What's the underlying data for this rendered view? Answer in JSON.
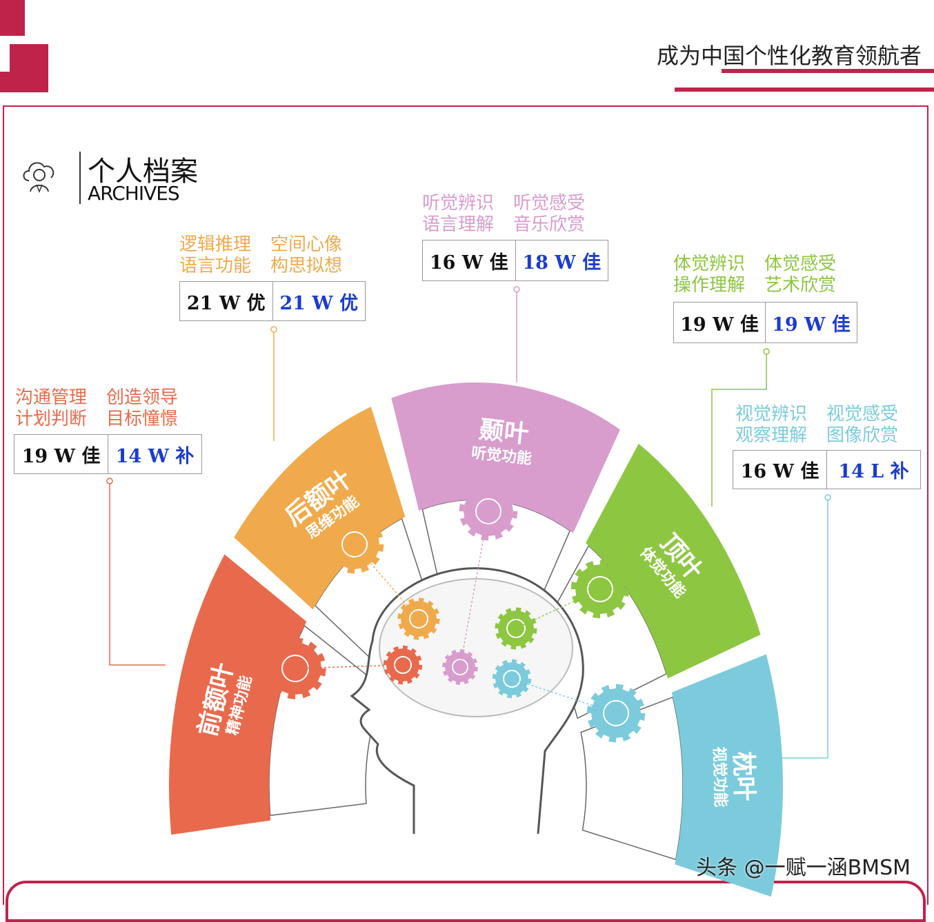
{
  "header": {
    "slogan": "成为中国个性化教育领航者",
    "accent": "#c0234a"
  },
  "archive": {
    "title": "个人档案",
    "subtitle": "ARCHIVES",
    "icon": "person-cloud-icon"
  },
  "lobes": [
    {
      "name": "前额叶",
      "function": "精神功能",
      "color": "#e9694c",
      "labels": [
        [
          "沟通管理",
          "计划判断"
        ],
        [
          "创造领导",
          "目标憧憬"
        ]
      ],
      "cells": [
        "19 W 佳",
        "14 W 补"
      ]
    },
    {
      "name": "后额叶",
      "function": "思维功能",
      "color": "#f0aa4c",
      "labels": [
        [
          "逻辑推理",
          "语言功能"
        ],
        [
          "空间心像",
          "构思拟想"
        ]
      ],
      "cells": [
        "21 W 优",
        "21 W 优"
      ]
    },
    {
      "name": "颞叶",
      "function": "听觉功能",
      "color": "#d89ccd",
      "labels": [
        [
          "听觉辨识",
          "语言理解"
        ],
        [
          "听觉感受",
          "音乐欣赏"
        ]
      ],
      "cells": [
        "16 W 佳",
        "18 W 佳"
      ]
    },
    {
      "name": "顶叶",
      "function": "体觉功能",
      "color": "#8dc641",
      "labels": [
        [
          "体觉辨识",
          "操作理解"
        ],
        [
          "体觉感受",
          "艺术欣赏"
        ]
      ],
      "cells": [
        "19 W 佳",
        "19 W 佳"
      ]
    },
    {
      "name": "枕叶",
      "function": "视觉功能",
      "color": "#7ccbdc",
      "labels": [
        [
          "视觉辨识",
          "观察理解"
        ],
        [
          "视觉感受",
          "图像欣赏"
        ]
      ],
      "cells": [
        "16 W 佳",
        "14 L 补"
      ]
    }
  ],
  "watermark": "头条 @一赋一涵BMSM"
}
